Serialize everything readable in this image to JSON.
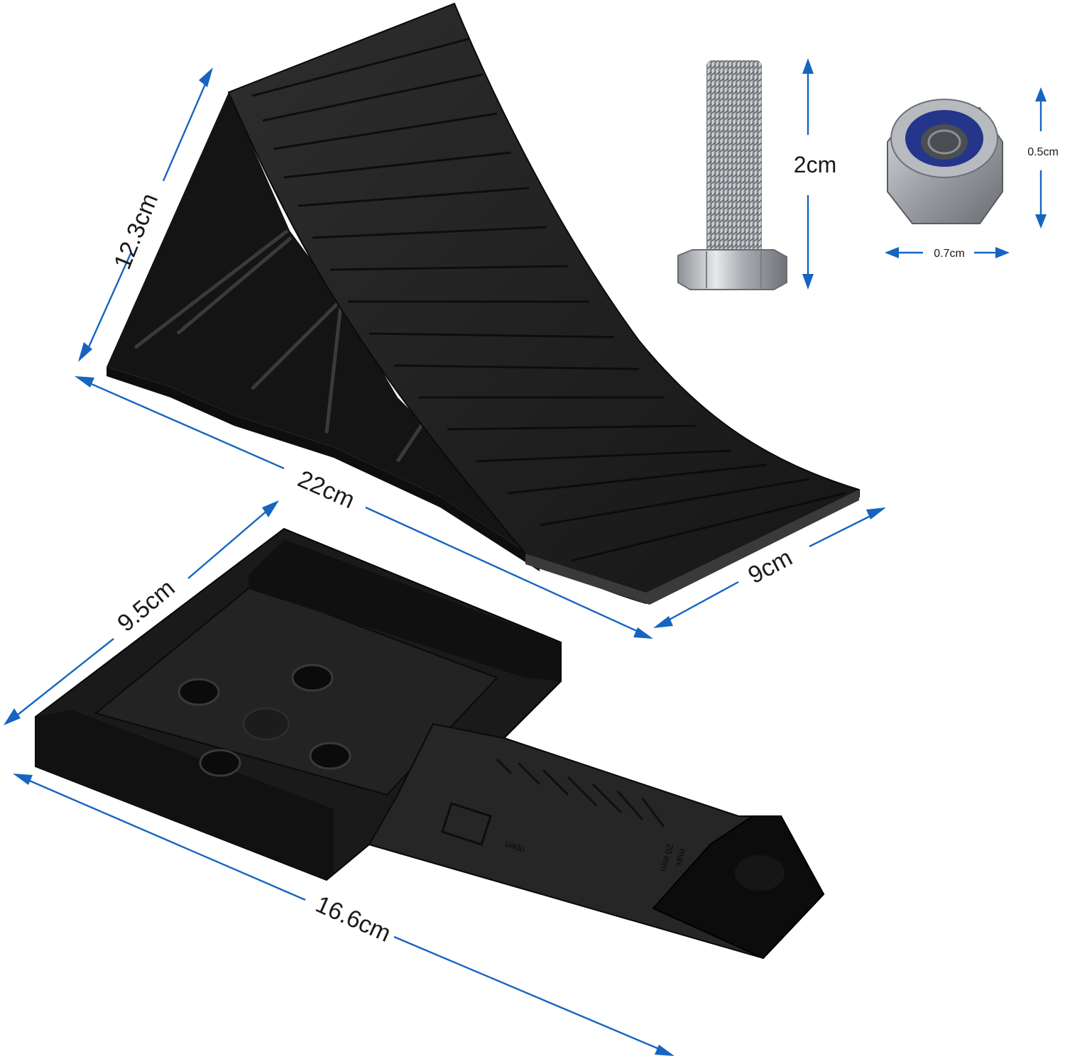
{
  "scene": "product dimensions diagram",
  "colors": {
    "background": "#ffffff",
    "dimension_blue": "#1565c0",
    "plastic_black": "#1e1e1e",
    "metal": "#b9bcc0",
    "nut_insert": "#24358a"
  },
  "dimensions": {
    "chock_height": "12.3cm",
    "chock_length": "22cm",
    "chock_width": "9cm",
    "holder_width": "9.5cm",
    "holder_length": "16.6cm",
    "bolt_length": "2cm",
    "nut_height": "0.5cm",
    "nut_width": "0.7cm"
  },
  "holder_markings": {
    "max_label": "max.",
    "max_value": "20 mm",
    "open_label": "open"
  }
}
